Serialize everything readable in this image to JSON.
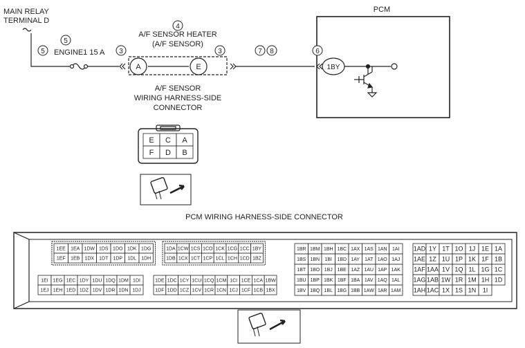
{
  "labels": {
    "main_relay_1": "MAIN RELAY",
    "main_relay_2": "TERMINAL D",
    "fuse": "ENGINE1 15 A",
    "heater_1": "A/F SENSOR HEATER",
    "heater_2": "(A/F SENSOR)",
    "af_conn_1": "A/F SENSOR",
    "af_conn_2": "WIRING HARNESS-SIDE",
    "af_conn_3": "CONNECTOR",
    "pcm": "PCM",
    "pcm_conn": "PCM WIRING HARNESS-SIDE CONNECTOR"
  },
  "callouts": {
    "c5_upper": "5",
    "c5_left": "5",
    "c3_left": "3",
    "c4": "4",
    "c3_right": "3",
    "c7": "7",
    "c8": "8",
    "c6": "6"
  },
  "terminals": {
    "a": "A",
    "e": "E",
    "pcm": "1BY"
  },
  "af_connector_grid": [
    [
      "E",
      "C",
      "A"
    ],
    [
      "F",
      "D",
      "B"
    ]
  ],
  "pcm_blocks": [
    {
      "rows": [
        [
          "1EE",
          "1EA",
          "1DW",
          "1DS",
          "1DO",
          "1DK",
          "1DG"
        ],
        [
          "1EF",
          "1EB",
          "1DX",
          "1DT",
          "1DP",
          "1DL",
          "1DH"
        ]
      ]
    },
    {
      "rows": [
        [
          "1DA",
          "1CW",
          "1CS",
          "1CO",
          "1CK",
          "1CG",
          "1CC",
          "1BY"
        ],
        [
          "1DB",
          "1CX",
          "1CT",
          "1CP",
          "1CL",
          "1CH",
          "1CD",
          "1BZ"
        ]
      ]
    },
    {
      "rows": [
        [
          "1EI",
          "1EG",
          "1EC",
          "1DY",
          "1DU",
          "1DQ",
          "1DM",
          "1DI"
        ],
        [
          "1EJ",
          "1EH",
          "1ED",
          "1DZ",
          "1DV",
          "1DR",
          "1DN",
          "1DJ"
        ]
      ]
    },
    {
      "rows": [
        [
          "1DE",
          "1DC",
          "1CY",
          "1CU",
          "1CQ",
          "1CM",
          "1CI",
          "1CE",
          "1CA",
          "1BW"
        ],
        [
          "1DF",
          "1DD",
          "1CZ",
          "1CV",
          "1CR",
          "1CN",
          "1CJ",
          "1CF",
          "1CB",
          "1BX"
        ]
      ]
    },
    {
      "rows": [
        [
          "1BR",
          "1BM",
          "1BH",
          "1BC",
          "1AX",
          "1AS",
          "1AN",
          "1AI"
        ],
        [
          "1BS",
          "1BN",
          "1BI",
          "1BD",
          "1AY",
          "1AT",
          "1AO",
          "1AJ"
        ],
        [
          "1BT",
          "1BO",
          "1BJ",
          "1BE",
          "1AZ",
          "1AU",
          "1AP",
          "1AK"
        ],
        [
          "1BU",
          "1BP",
          "1BK",
          "1BF",
          "1BA",
          "1AV",
          "1AQ",
          "1AL"
        ],
        [
          "1BV",
          "1BQ",
          "1BL",
          "1BG",
          "1BB",
          "1AW",
          "1AR",
          "1AM"
        ]
      ]
    },
    {
      "rows": [
        [
          "1AD",
          "1Y",
          "1T",
          "1O",
          "1J",
          "1E",
          "1A"
        ],
        [
          "1AE",
          "1Z",
          "1U",
          "1P",
          "1K",
          "1F",
          "1B"
        ],
        [
          "1AF",
          "1AA",
          "1V",
          "1Q",
          "1L",
          "1G",
          "1C"
        ],
        [
          "1AG",
          "1AB",
          "1W",
          "1R",
          "1M",
          "1H",
          "1D"
        ],
        [
          "1AH",
          "1AC",
          "1X",
          "1S",
          "1N",
          "1I",
          ""
        ]
      ]
    }
  ]
}
